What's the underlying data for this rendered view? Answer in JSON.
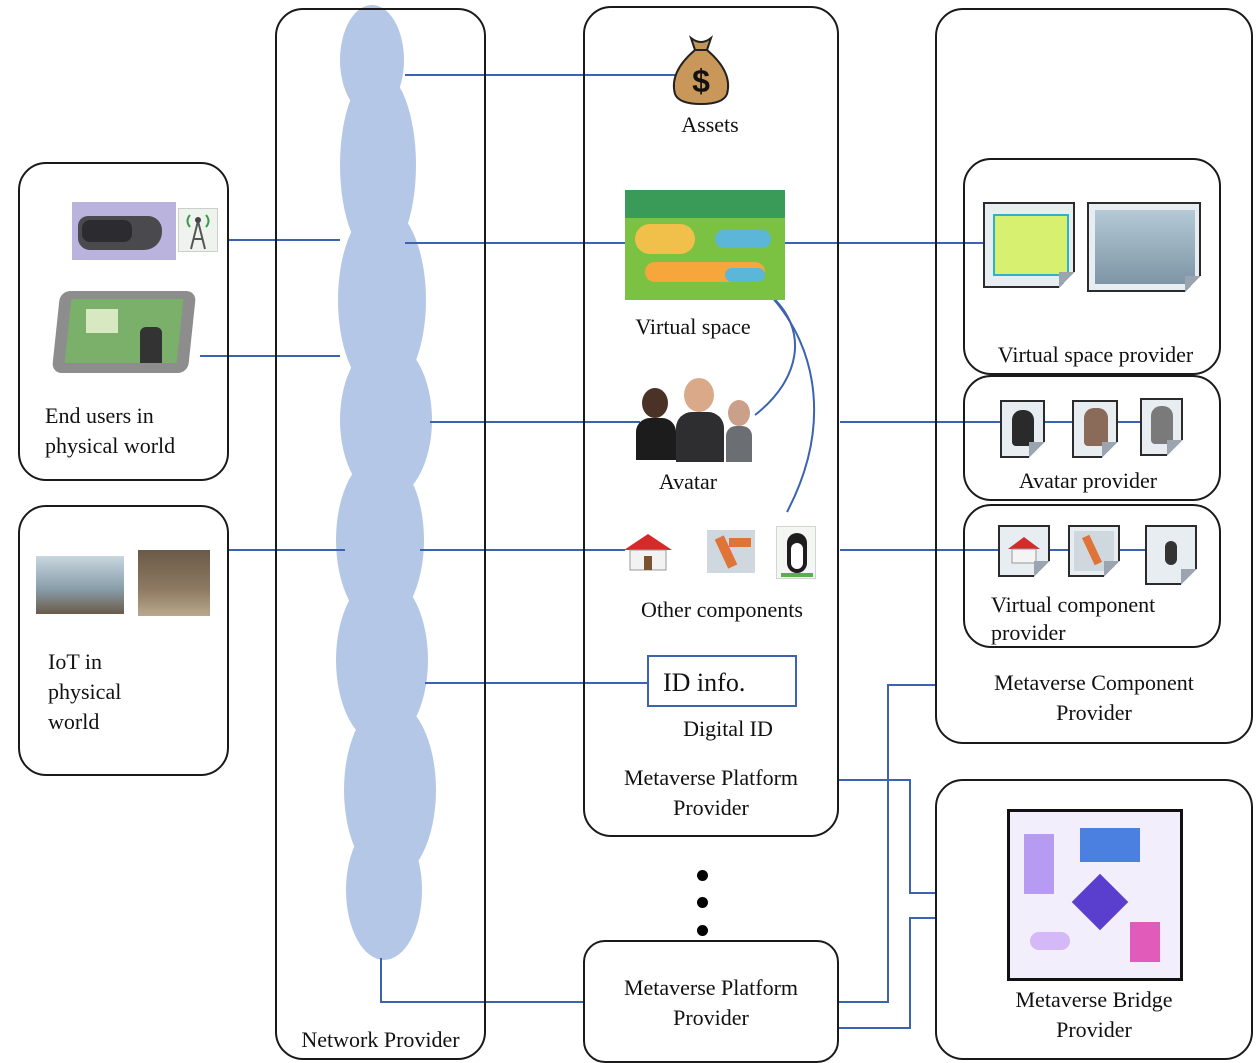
{
  "blocks": {
    "end_users": [
      "End users in",
      "physical world"
    ],
    "iot": [
      "IoT in",
      "physical",
      "world"
    ],
    "network_provider": "Network Provider",
    "platform": {
      "assets": "Assets",
      "virtual_space": "Virtual space",
      "avatar": "Avatar",
      "other_components": "Other components",
      "id_info": "ID info.",
      "digital_id": "Digital ID",
      "provider": [
        "Metaverse Platform",
        "Provider"
      ]
    },
    "platform2": [
      "Metaverse Platform",
      "Provider"
    ],
    "component_provider": {
      "virtual_space_provider": "Virtual space provider",
      "avatar_provider": "Avatar provider",
      "virtual_component_provider": [
        "Virtual component",
        "provider"
      ],
      "title": [
        "Metaverse Component",
        "Provider"
      ]
    },
    "bridge": [
      "Metaverse Bridge",
      "Provider"
    ]
  },
  "icons": {
    "money_bag": "money-bag-icon",
    "vr_headset": "vr-headset-icon",
    "antenna": "antenna-icon",
    "tablet": "tablet-icon",
    "house": "house-icon",
    "robot_arm": "robot-arm-icon",
    "penguin": "penguin-icon"
  },
  "colors": {
    "connector": "#3b63b0",
    "cloud": "#b4c7e7",
    "border": "#1a1a1a"
  }
}
